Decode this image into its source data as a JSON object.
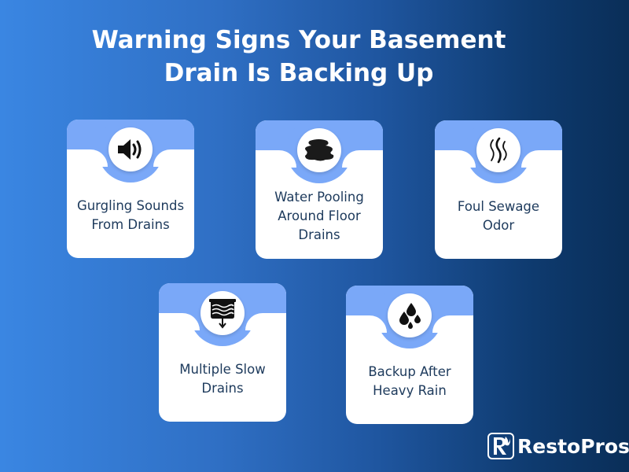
{
  "title": {
    "line1": "Warning Signs Your Basement",
    "line2": "Drain Is Backing Up"
  },
  "colors": {
    "bg_left": "#3a86e2",
    "bg_right": "#0a2e58",
    "card_band": "#7aa8f8",
    "card_bg": "#ffffff",
    "label_text": "#1d3a5c"
  },
  "cards": [
    {
      "icon": "speaker-icon",
      "label": "Gurgling Sounds From Drains"
    },
    {
      "icon": "water-puddle-icon",
      "label": "Water Pooling Around Floor Drains"
    },
    {
      "icon": "odor-fumes-icon",
      "label": "Foul Sewage Odor"
    },
    {
      "icon": "slow-drain-icon",
      "label": "Multiple Slow Drains"
    },
    {
      "icon": "rain-drops-icon",
      "label": "Backup After Heavy Rain"
    }
  ],
  "logo": {
    "icon": "restopros-logo-icon",
    "text": "RestoPros"
  }
}
